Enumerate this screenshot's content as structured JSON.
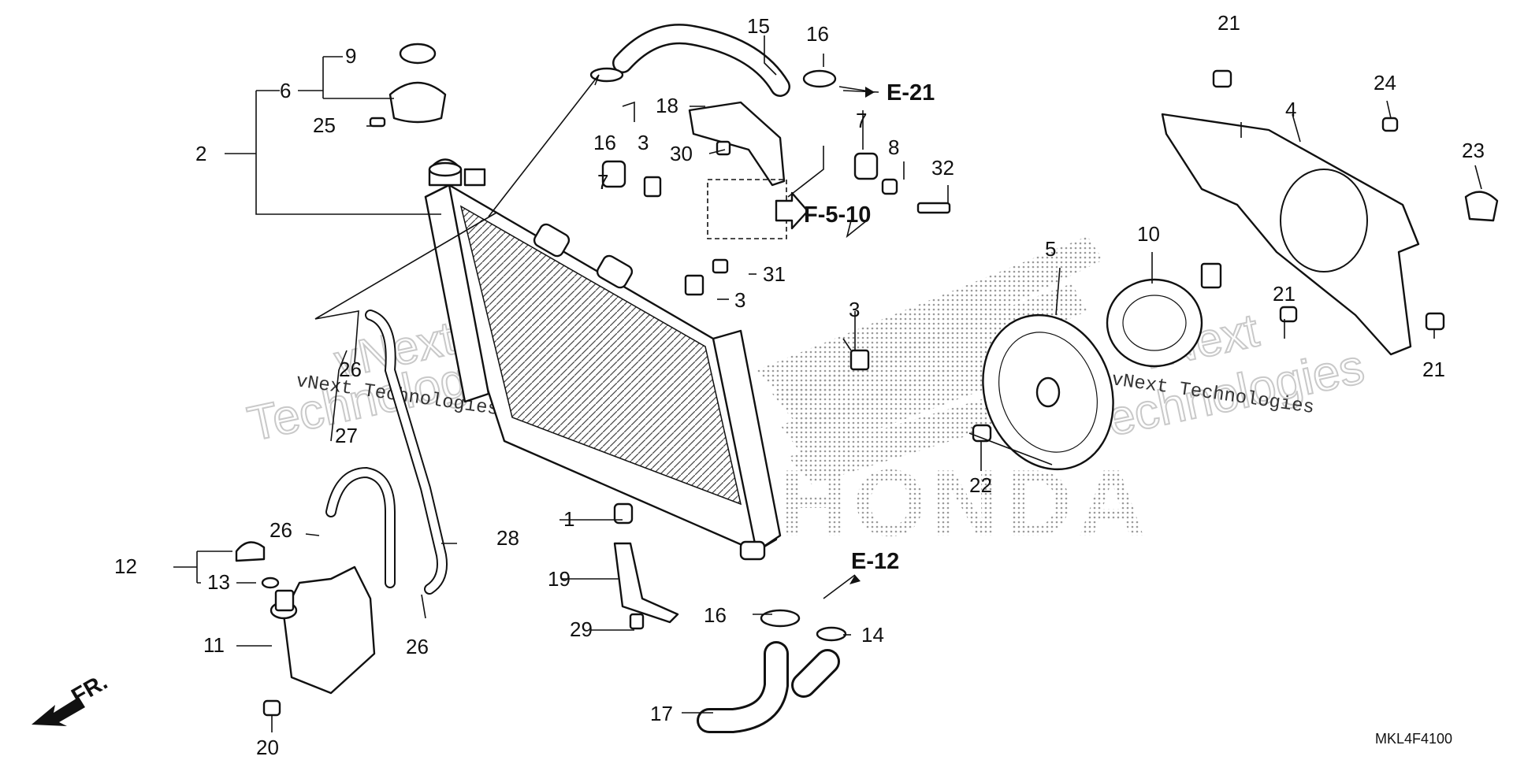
{
  "diagram": {
    "code": "MKL4F4100",
    "brand": "HONDA",
    "fr_label": "FR.",
    "watermark": {
      "line1": "vNext",
      "line2": "Technologies",
      "line3": "vNext Technologies"
    },
    "refs": {
      "e21": "E-21",
      "f510": "F-5-10",
      "e12": "E-12"
    },
    "callouts": {
      "c1": "1",
      "c2": "2",
      "c3a": "3",
      "c3b": "3",
      "c3c": "3",
      "c4": "4",
      "c5": "5",
      "c6": "6",
      "c7a": "7",
      "c7b": "7",
      "c8": "8",
      "c9": "9",
      "c10": "10",
      "c11": "11",
      "c12": "12",
      "c13": "13",
      "c14": "14",
      "c15": "15",
      "c16a": "16",
      "c16b": "16",
      "c16c": "16",
      "c17": "17",
      "c18": "18",
      "c19": "19",
      "c20": "20",
      "c21a": "21",
      "c21b": "21",
      "c21c": "21",
      "c22": "22",
      "c23": "23",
      "c24": "24",
      "c25": "25",
      "c26a": "26",
      "c26b": "26",
      "c26c": "26",
      "c27": "27",
      "c28": "28",
      "c29": "29",
      "c30": "30",
      "c31": "31",
      "c32": "32"
    }
  }
}
